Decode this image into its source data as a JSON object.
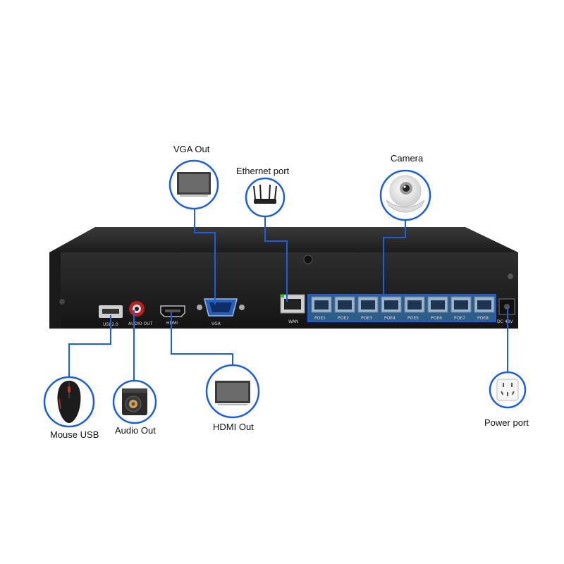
{
  "callouts": {
    "vga_out": "VGA Out",
    "ethernet_port": "Ethernet port",
    "camera": "Camera",
    "mouse_usb": "Mouse USB",
    "audio_out": "Audio Out",
    "hdmi_out": "HDMI Out",
    "power_port": "Power port"
  },
  "panel_labels": {
    "usb": "USB2.0",
    "audio": "AUDIO OUT",
    "hdmi": "HDMI",
    "vga": "VGA",
    "wan": "WAN",
    "poe": [
      "POE1",
      "POE2",
      "POE3",
      "POE4",
      "POE5",
      "POE6",
      "POE7",
      "POE8"
    ],
    "dc": "DC 48V"
  },
  "colors": {
    "accent": "#1a5fe0",
    "chassis": "#262626",
    "poe_block": "#2f5d8a"
  },
  "icons": [
    "monitor-icon",
    "router-icon",
    "dome-camera-icon",
    "gaming-mouse-icon",
    "speaker-icon",
    "power-socket-icon"
  ]
}
